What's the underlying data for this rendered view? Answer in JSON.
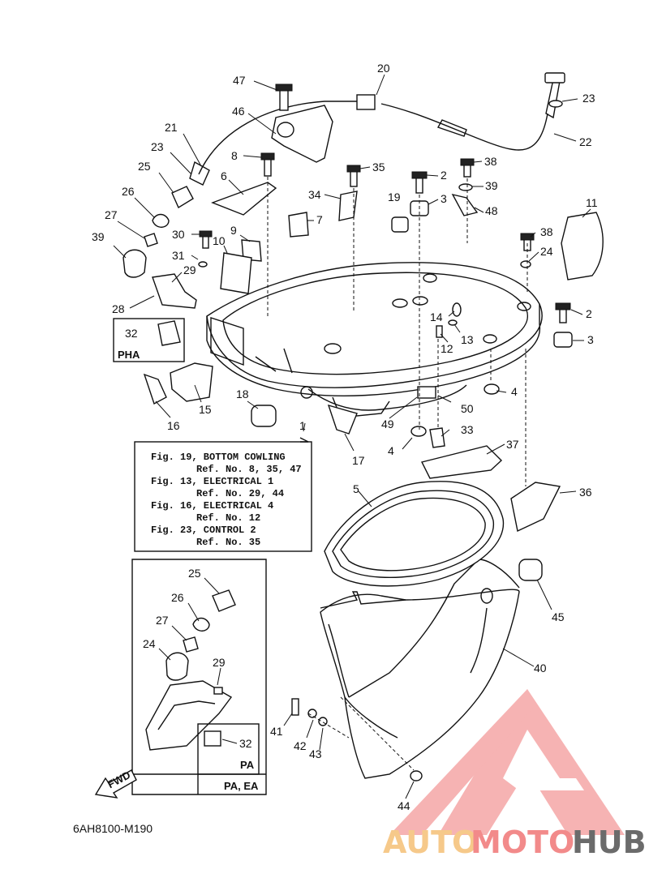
{
  "diagram_code": "6AH8100-M190",
  "reference_box": {
    "lines": [
      "Fig. 19, BOTTOM COWLING",
      "Ref. No. 8, 35, 47",
      "Fig. 13, ELECTRICAL 1",
      "Ref. No. 29, 44",
      "Fig. 16, ELECTRICAL 4",
      "Ref. No. 12",
      "Fig. 23, CONTROL 2",
      "Ref. No. 35"
    ]
  },
  "variant_boxes": {
    "pha": "PHA",
    "pa": "PA",
    "pa_ea": "PA, EA"
  },
  "fwd_label": "FWD",
  "callouts": [
    "47",
    "20",
    "23",
    "22",
    "46",
    "21",
    "23",
    "8",
    "35",
    "38",
    "2",
    "39",
    "25",
    "6",
    "34",
    "19",
    "3",
    "48",
    "11",
    "26",
    "7",
    "27",
    "30",
    "9",
    "38",
    "39",
    "24",
    "10",
    "31",
    "29",
    "14",
    "2",
    "28",
    "13",
    "3",
    "32",
    "12",
    "4",
    "18",
    "50",
    "15",
    "16",
    "1",
    "49",
    "33",
    "17",
    "4",
    "37",
    "5",
    "36",
    "25",
    "26",
    "45",
    "27",
    "40",
    "24",
    "29",
    "41",
    "42",
    "43",
    "32",
    "44"
  ],
  "watermark": {
    "part1": "AUTO",
    "part2": "MOTO",
    "part3": "HUB",
    "color_auto": "#f6c98a",
    "color_moto": "#f28a8a",
    "color_hub": "#6b6b6b",
    "triangle_color": "#f39a9a"
  }
}
